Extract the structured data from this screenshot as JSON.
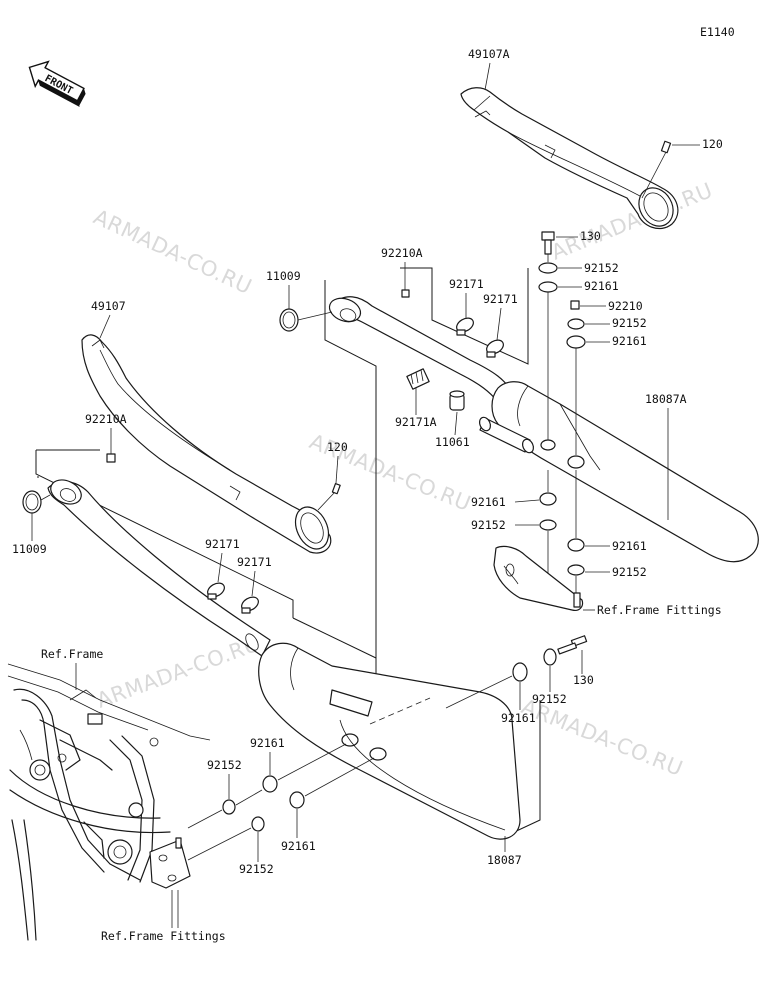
{
  "diagram_code": "E1140",
  "front_label": "FRONT",
  "watermark": "ARMADA-CO.RU",
  "parts": {
    "p49107A": "49107A",
    "p120_top": "120",
    "p130_top": "130",
    "p92152_a": "92152",
    "p92161_a": "92161",
    "p92210": "92210",
    "p92152_b": "92152",
    "p92161_b": "92161",
    "p92210A_top": "92210A",
    "p11009_top": "11009",
    "p92171_a": "92171",
    "p92171_b": "92171",
    "p18087A": "18087A",
    "p92171A": "92171A",
    "p11061": "11061",
    "p49107": "49107",
    "p92210A_left": "92210A",
    "p120_left": "120",
    "p11009_left": "11009",
    "p92161_c": "92161",
    "p92152_c": "92152",
    "p92161_d": "92161",
    "p92152_d": "92152",
    "p92171_c": "92171",
    "p92171_d": "92171",
    "p130_mid": "130",
    "p92152_e": "92152",
    "p92161_e": "92161",
    "p92161_f": "92161",
    "p92152_f": "92152",
    "p92161_g": "92161",
    "p92152_g": "92152",
    "p18087": "18087"
  },
  "refs": {
    "frame": "Ref.Frame",
    "frame_fittings_right": "Ref.Frame Fittings",
    "frame_fittings_bottom": "Ref.Frame Fittings"
  }
}
